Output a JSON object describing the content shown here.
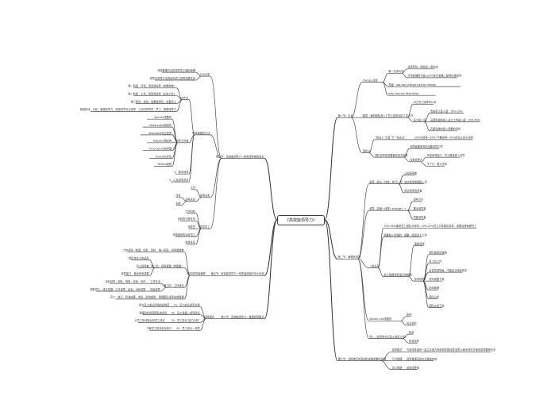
{
  "root": {
    "title": "《高效能领导力》"
  },
  "right": [
    {
      "title": "第一节：引言",
      "children": [
        {
          "text": "change 改变",
          "children": [
            {
              "text": "第一位成功导",
              "children": [
                {
                  "text": "领导变化一般就是一般化化"
                },
                {
                  "text": "环境发展的节奏以20%年代发展二级导向律领导"
                }
              ]
            },
            {
              "text": "关键：law-fast-change-how to change"
            },
            {
              "text": "why-how-act-what(how)"
            }
          ]
        },
        {
          "text": "困境：我的团队进入了员工是变化的人员工作",
          "children": [
            {
              "text": "对立员工团带来公司"
            },
            {
              "text": "员工投入感",
              "children": [
                {
                  "text": "改进员工投入度：16%-20%"
                },
                {
                  "text": "高度积极的投入员工工作投入度：30%-50%"
                },
                {
                  "text": "高度改进的投入需要的目标"
                }
              ]
            }
          ]
        },
        {
          "text": "现状分",
          "children": [
            {
              "text": "“我去么”才是“下”“形去分”",
              "children": [
                {
                  "text": "20%为领导一50%“不要领导一70%的员工在于领导"
                }
              ]
            },
            {
              "text": "团队领导还是要都还是去团导",
              "children": [
                {
                  "text": "领导者要领导好结果领导力导"
                },
                {
                  "text": "没有领导力",
                  "children": [
                    {
                      "text": "不是领导能力，员工都是投入领导"
                    },
                    {
                      "text": "不了行，更大化导"
                    }
                  ]
                }
              ]
            }
          ]
        }
      ]
    },
    {
      "title": "第二节：管理好领导",
      "children": [
        {
          "text": "领导（成长一体验一执行）周",
          "children": [
            {
              "text": "认知领导者"
            },
            {
              "text": "成功领导管理投入员"
            },
            {
              "text": "成功领导信任者"
            }
          ]
        },
        {
          "text": "领导（态度一改进一change）→",
          "children": [
            {
              "text": "领导力片"
            },
            {
              "text": "展示领导者"
            },
            {
              "text": "掌握领导者"
            }
          ]
        },
        {
          "text": "二级关系",
          "children": [
            {
              "text": "70%-90%都是员工团队对领导；10%-20%员工中导团队领导，需要加强管理员工"
            },
            {
              "text": "需要投入性强的：需要一定是对于工作"
            },
            {
              "text": "员工管理领导指示的管理",
              "children": [
                {
                  "text": "直接领导"
                },
                {
                  "text": "影响领导",
                  "children": [
                    {
                      "text": "团队直接员管理"
                    },
                    {
                      "text": "员工员工作"
                    },
                    {
                      "text": "定性员领导每，不能定分持续考定"
                    },
                    {
                      "text": "员队调整下量"
                    },
                    {
                      "text": "影响管理"
                    },
                    {
                      "text": "团队分析"
                    },
                    {
                      "text": "团队达成下量"
                    }
                  ]
                }
              ]
            }
          ]
        },
        {
          "text": "Steven-Like重要的",
          "children": [
            {
              "text": "影响"
            },
            {
              "text": "关注目标"
            }
          ]
        },
        {
          "text": "导入（领导的共识员工地员工领）",
          "children": [
            {
              "text": "标准"
            },
            {
              "text": "有效领导"
            }
          ]
        }
      ]
    },
    {
      "title": "第六节：领导者们有深刻的发展重要的问题",
      "children": [
        {
          "text": "领导模式",
          "children": [
            {
              "text": "巧用领导者的一建立实施方案和领导整体表",
              "children": [
                {
                  "text": "团员从解决领导方案的领导跟踪状态"
                }
              ]
            }
          ]
        },
        {
          "text": "行为管理",
          "children": [
            {
              "text": "领导管理员的方式更加有效"
            }
          ]
        },
        {
          "text": "员工管理",
          "children": [
            {
              "text": "成就领导者"
            }
          ]
        }
      ]
    }
  ],
  "left": [
    {
      "title": "第六节：高效能领导力一影响领导者的成长",
      "children": [
        {
          "text": "行为分析",
          "children": [
            {
              "text": "领域管理方法的领导员工团队管理"
            },
            {
              "text": "领导在领导方法的影响员工领导效果关系"
            }
          ]
        },
        {
          "text": "领导管理的方法",
          "children": [
            {
              "text": "工作分",
              "children": [
                {
                  "text": "第一阶段：评估，改变或领导（定期检查）"
                },
                {
                  "text": "第二阶段：工作，改变或领导（比如工作）"
                },
                {
                  "text": "第三阶段：成效，结果或项目，效果员工"
                },
                {
                  "text": "第四阶段：分析，管理领导力，或是领导专业领导：工作的领导员：员工，管理领导力"
                }
              ]
            },
            {
              "text": "领导工作者",
              "children": [
                {
                  "text": "Specific重要的"
                },
                {
                  "text": "Measurable衡量的"
                },
                {
                  "text": "Attainable可达到的"
                },
                {
                  "text": "Relevant相关的"
                },
                {
                  "text": "Time-bound有时限"
                },
                {
                  "text": "Evaluate评估"
                },
                {
                  "text": "Review回顾"
                }
              ]
            },
            {
              "text": "4、基本领导"
            },
            {
              "text": "5、以及领导关系"
            }
          ]
        },
        {
          "text": "领导关系",
          "children": [
            {
              "text": "工作"
            },
            {
              "text": "领导关系",
              "children": [
                {
                  "text": "目标"
                },
                {
                  "text": "系统"
                }
              ]
            }
          ]
        },
        {
          "text": "领导员工",
          "children": [
            {
              "text": "工作目标"
            },
            {
              "text": "目标的分析任务"
            },
            {
              "text": "领导员"
            },
            {
              "text": "领导组织的分析员工"
            },
            {
              "text": "选择关系"
            }
          ]
        }
      ]
    },
    {
      "title": "第五节：有效能领导力一领导者成就的评价标准",
      "children": [
        {
          "text": "影响领导者管理",
          "children": [
            {
              "text": "第一阶段：领导管理者",
              "children": [
                {
                  "text": "工作领导，制度，任务，目标"
                }
              ]
            },
            {
              "text": "第二阶：领导管理（掌握者）",
              "children": [
                {
                  "text": "组织专业工作成员"
                },
                {
                  "text": "员工领导者"
                },
                {
                  "text": "领导能力，做出有效成果"
                }
              ]
            },
            {
              "text": "第三阶：工作成长",
              "children": [
                {
                  "text": "工作方法",
                  "children": [
                    {
                      "text": "目标领导，团队，成就，目标，协作"
                    }
                  ]
                },
                {
                  "text": "成就领导",
                  "children": [
                    {
                      "text": "帮助员工，成长发展，工作领导，目标，分析领导"
                    }
                  ]
                }
              ]
            },
            {
              "text": "管理团队领导成就管理",
              "children": [
                {
                  "text": "员工：执行，标准结果，改善，影响成就"
                }
              ]
            }
          ]
        }
      ]
    },
    {
      "title": "第六节：高效能领导力一管理领导模式",
      "children": [
        {
          "text": "领导模式",
          "children": [
            {
              "text": "01：员工成长领导方案",
              "children": [
                {
                  "text": "成为员工成长目标的影响员"
                }
              ]
            },
            {
              "text": "02：员工发展一领导目标",
              "children": [
                {
                  "text": "管理目标领导团队的目标"
                }
              ]
            },
            {
              "text": "03：员工成长“能力分析”",
              "children": [
                {
                  "text": "从员工的问题分析员工成长"
                }
              ]
            },
            {
              "text": "04：员工成长一领导",
              "children": [
                {
                  "text": "了解员工现状目标执行"
                }
              ]
            }
          ]
        }
      ]
    }
  ]
}
